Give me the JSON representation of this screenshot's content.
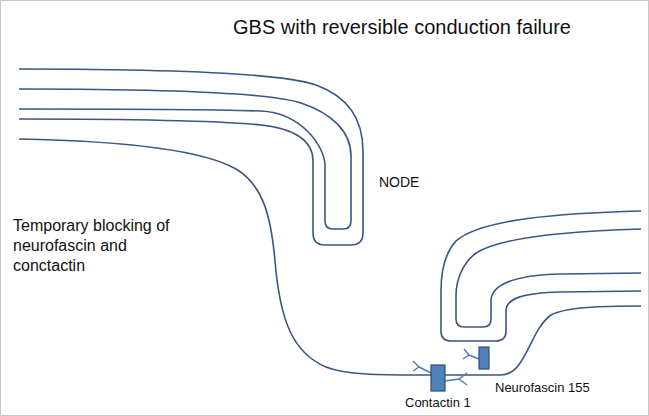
{
  "diagram": {
    "title": "GBS with reversible conduction failure",
    "labels": [
      "NODE",
      "Temporary blocking of neurofascin and conctactin",
      "Neurofascin 155",
      "Contactin 1"
    ]
  }
}
